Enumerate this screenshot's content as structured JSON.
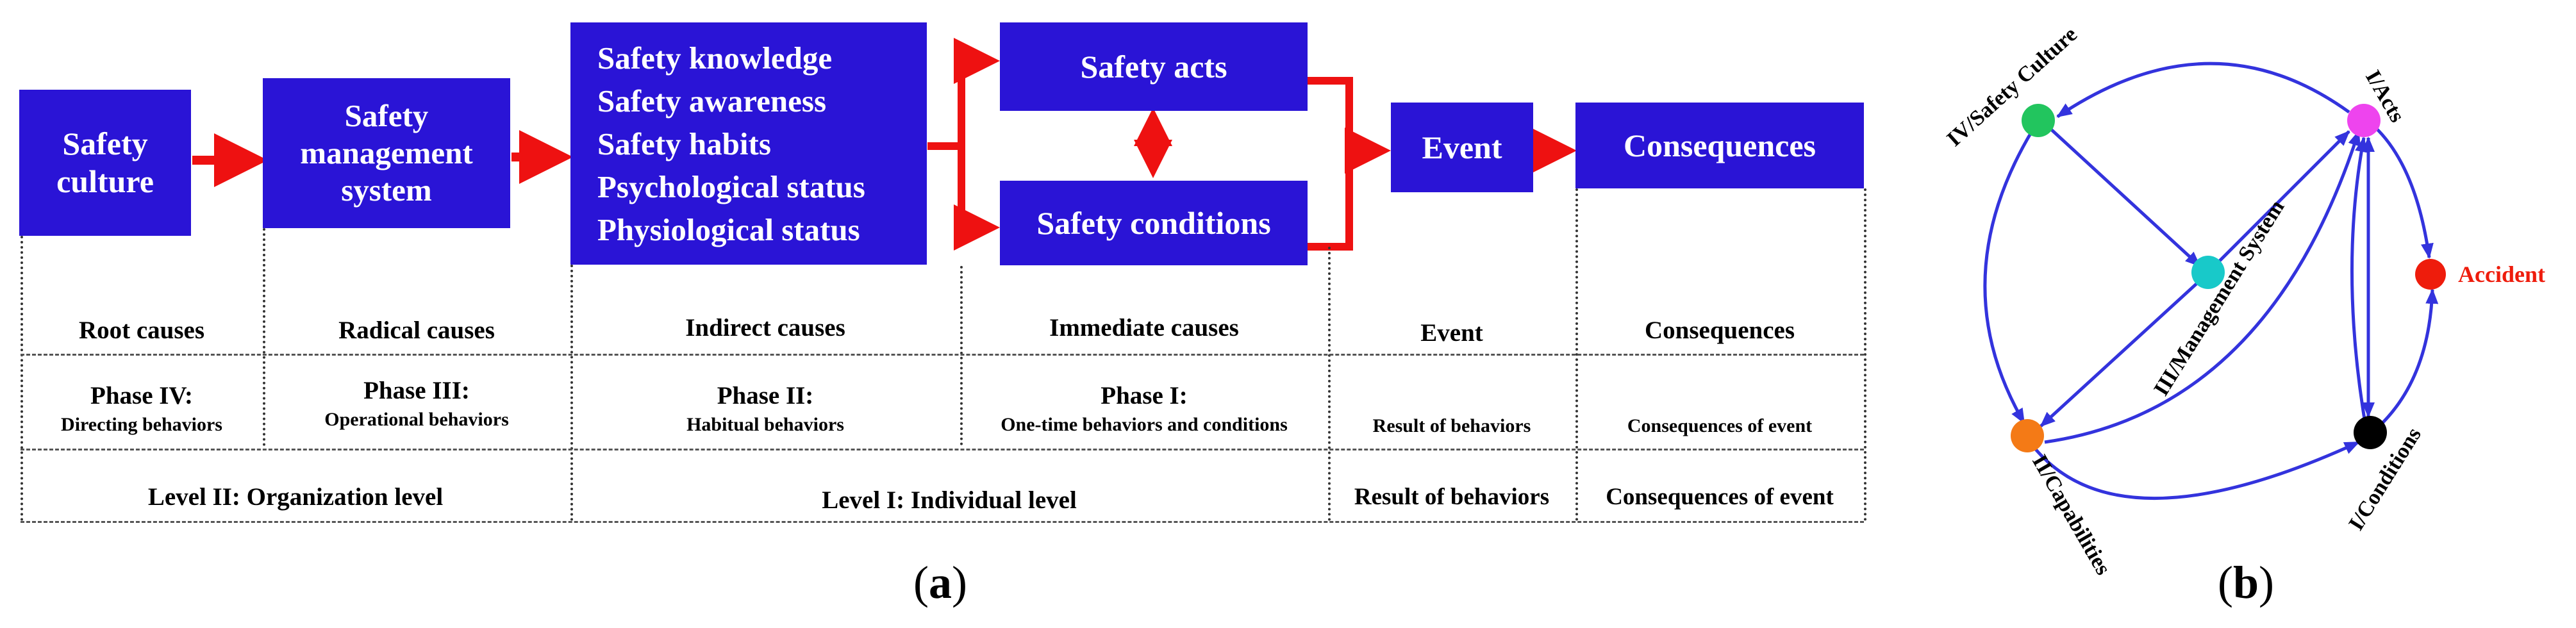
{
  "panel_a": {
    "boxes": {
      "safety_culture": [
        "Safety",
        "culture"
      ],
      "management_system": [
        "Safety",
        "management",
        "system"
      ],
      "indirect_list": [
        "Safety knowledge",
        "Safety awareness",
        "Safety habits",
        "Psychological status",
        "Physiological status"
      ],
      "safety_acts": "Safety acts",
      "safety_conditions": "Safety conditions",
      "event": "Event",
      "consequences": "Consequences"
    },
    "row1": [
      "Root causes",
      "Radical causes",
      "Indirect causes",
      "Immediate causes",
      "Event",
      "Consequences"
    ],
    "row2": [
      {
        "title": "Phase IV:",
        "sub": "Directing behaviors"
      },
      {
        "title": "Phase III:",
        "sub": "Operational behaviors"
      },
      {
        "title": "Phase II:",
        "sub": "Habitual behaviors"
      },
      {
        "title": "Phase I:",
        "sub": "One-time behaviors and conditions"
      },
      {
        "title": "",
        "sub": "Result of behaviors"
      },
      {
        "title": "",
        "sub": "Consequences of event"
      }
    ],
    "row3": [
      "Level II: Organization level",
      "Level I: Individual level",
      "Result of behaviors",
      "Consequences of event"
    ],
    "label_open": "(",
    "label_letter": "a",
    "label_close": ")"
  },
  "panel_b": {
    "nodes": {
      "culture": {
        "label": "IV/Safety Culture",
        "color": "#22c55e"
      },
      "acts": {
        "label": "I/Acts",
        "color": "#ee44ee"
      },
      "management": {
        "label": "III/Management System",
        "color": "#18c9c9"
      },
      "capabilities": {
        "label": "II/Capabilities",
        "color": "#f47a16"
      },
      "conditions": {
        "label": "I/Conditions",
        "color": "#000000"
      },
      "accident": {
        "label": "Accident",
        "color": "#ee1c0c"
      }
    },
    "label_open": "(",
    "label_letter": "b",
    "label_close": ")"
  },
  "colors": {
    "box": "#2a14d6",
    "arrow": "#ee1111",
    "graph_edge": "#3333dd"
  }
}
